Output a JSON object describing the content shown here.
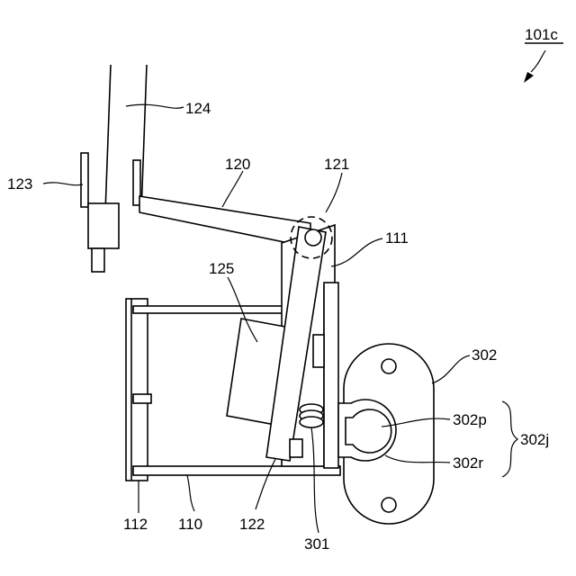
{
  "figure_label": "101c",
  "labels": {
    "l124": "124",
    "l123": "123",
    "l120": "120",
    "l121": "121",
    "l111": "111",
    "l125": "125",
    "l302": "302",
    "l302p": "302p",
    "l302j": "302j",
    "l302r": "302r",
    "l112": "112",
    "l110": "110",
    "l122": "122",
    "l301": "301"
  }
}
